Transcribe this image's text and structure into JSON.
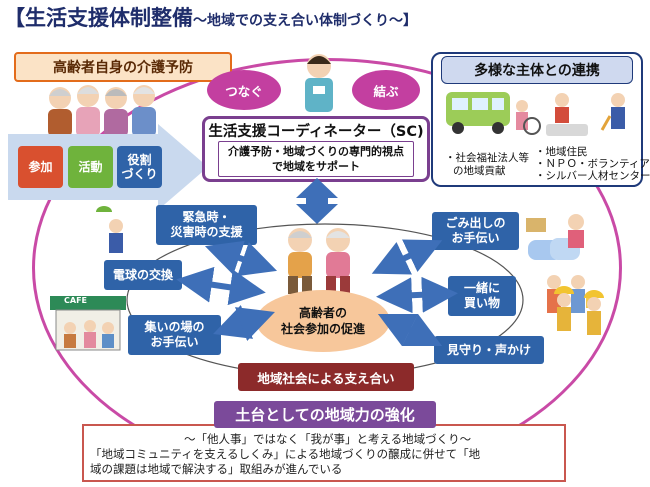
{
  "title": {
    "main": "【生活支援体制整備",
    "sub": "～地域での支え合い体制づくり～】"
  },
  "left_header": "高齢者自身の介護予防",
  "left_blocks": [
    {
      "label": "参加",
      "color": "#d9502f"
    },
    {
      "label": "活動",
      "color": "#6fb33c"
    },
    {
      "label": "役割\nづくり",
      "color": "#2f63a8"
    }
  ],
  "right_group": {
    "title": "多様な主体との連携",
    "left_text": [
      "・社会福祉法人等",
      "の地域貢献"
    ],
    "right_text": [
      "・地域住民",
      "・ＮＰＯ・ボランティア",
      "・シルバー人材センター　等"
    ]
  },
  "ovals": {
    "connect": "つなぐ",
    "link": "結ぶ"
  },
  "sc": {
    "title": "生活支援コーディネーター（SC)",
    "desc_line1": "介護予防・地域づくりの専門的視点",
    "desc_line2": "で地域をサポート"
  },
  "activities_left": [
    {
      "label": "緊急時・\n災害時の支援"
    },
    {
      "label": "電球の交換"
    },
    {
      "label": "集いの場の\nお手伝い"
    }
  ],
  "activities_right": [
    {
      "label": "ごみ出しの\nお手伝い"
    },
    {
      "label": "一緒に\n買い物"
    },
    {
      "label": "見守り・声かけ"
    }
  ],
  "center": "高齢者の\n社会参加の促進",
  "community_label": "地域社会による支え合い",
  "foundation": "土台としての地域力の強化",
  "bottom_text": {
    "line1": "～「他人事」ではなく「我が事」と考える地域づくり～",
    "line2": "「地域コミュニティを支えるしくみ」による地域づくりの醸成に併せて「地",
    "line3": "域の課題は地域で解決する」取組みが進んでいる"
  },
  "cafe_sign": "CAFE",
  "colors": {
    "ring": "#c94aa6",
    "activity_blue": "#2f63a8",
    "arrow_blue": "#3e6fb8",
    "foundation_purple": "#7b4a9a",
    "community_red": "#8c2a2a"
  }
}
